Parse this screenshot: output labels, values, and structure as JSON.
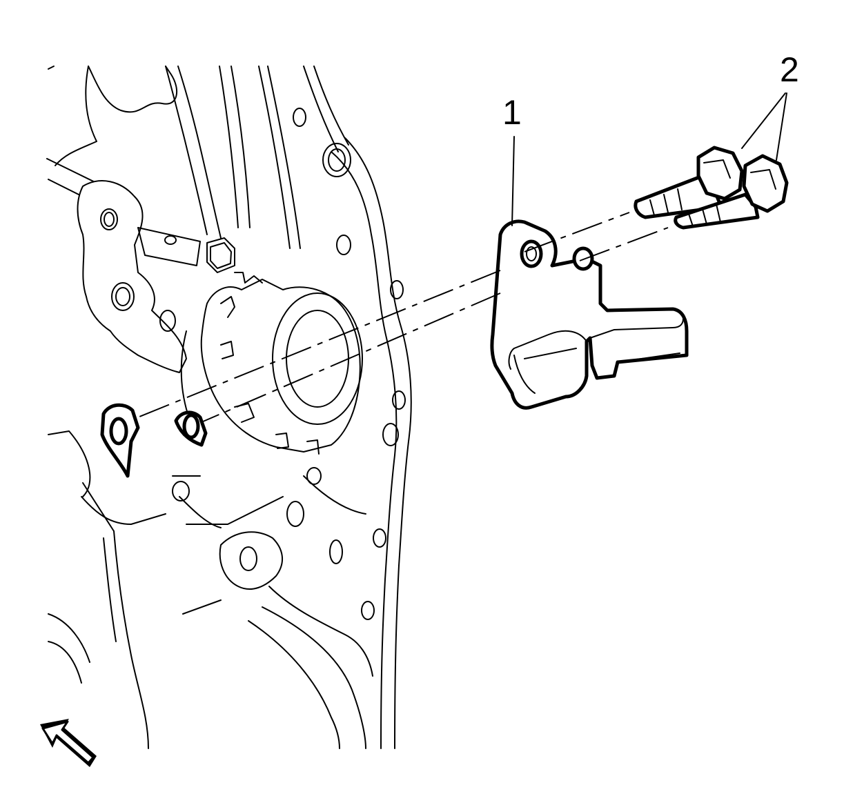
{
  "callouts": [
    {
      "id": "bracket",
      "label": "1"
    },
    {
      "id": "bolts",
      "label": "2"
    }
  ],
  "view_arrow": {
    "icon": "view-direction-arrow-icon",
    "direction": "down-left"
  },
  "colors": {
    "line": "#000000",
    "background": "#ffffff"
  }
}
